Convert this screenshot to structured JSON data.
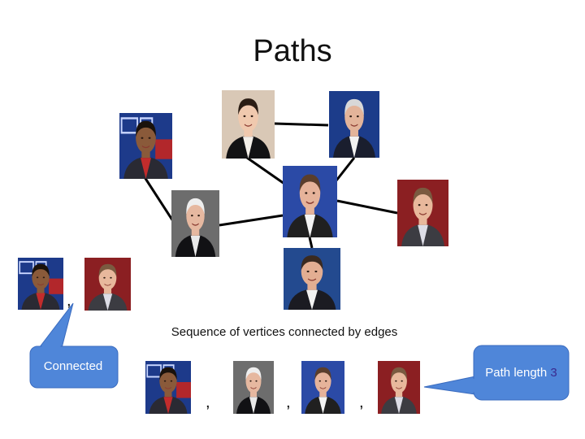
{
  "title": "Paths",
  "caption": "Sequence of  vertices connected by edges",
  "connected_callout": {
    "label": "Connected"
  },
  "path_length_callout": {
    "label": "Path length ",
    "value": "3"
  },
  "separator": ",",
  "colors": {
    "edge": "#000000",
    "callout_fill": "#4f86d9",
    "callout_stroke": "#3a6bbf",
    "path_value": "#3a2a8f"
  },
  "portraits": [
    {
      "name": "cnn-anchor-portrait",
      "kind": "cnn",
      "bg": "#1d3a8a",
      "skin": "#8a5a3a",
      "hair": "#1a120c",
      "suit": "#2a2a33",
      "shirt": "#c22c2c"
    },
    {
      "name": "woman-anchor-portrait",
      "kind": "plain",
      "bg": "#d9c8b6",
      "skin": "#f0c9ae",
      "hair": "#2b1d14",
      "suit": "#121214",
      "shirt": "#f3efe9"
    },
    {
      "name": "fox-anchor-portrait",
      "kind": "plain",
      "bg": "#1c3c8a",
      "skin": "#e3b49a",
      "hair": "#d8d8d8",
      "suit": "#1a1e2e",
      "shirt": "#f2f2f2"
    },
    {
      "name": "white-haired-anchor-portrait",
      "kind": "plain",
      "bg": "#6d6d6d",
      "skin": "#e6b8a0",
      "hair": "#eeeeee",
      "suit": "#111114",
      "shirt": "#e9e9e9"
    },
    {
      "name": "center-host-portrait",
      "kind": "plain",
      "bg": "#2b4aa6",
      "skin": "#e6b39a",
      "hair": "#5a3e2c",
      "suit": "#202020",
      "shirt": "#f4f4f4"
    },
    {
      "name": "right-host-portrait",
      "kind": "plain",
      "bg": "#8b1f22",
      "skin": "#e8b89c",
      "hair": "#7a5a40",
      "suit": "#3c3c42",
      "shirt": "#dddde6"
    },
    {
      "name": "bottom-anchor-portrait",
      "kind": "plain",
      "bg": "#234a8f",
      "skin": "#e3ae92",
      "hair": "#3a2a20",
      "suit": "#1b1b22",
      "shirt": "#f2f2f2"
    }
  ]
}
